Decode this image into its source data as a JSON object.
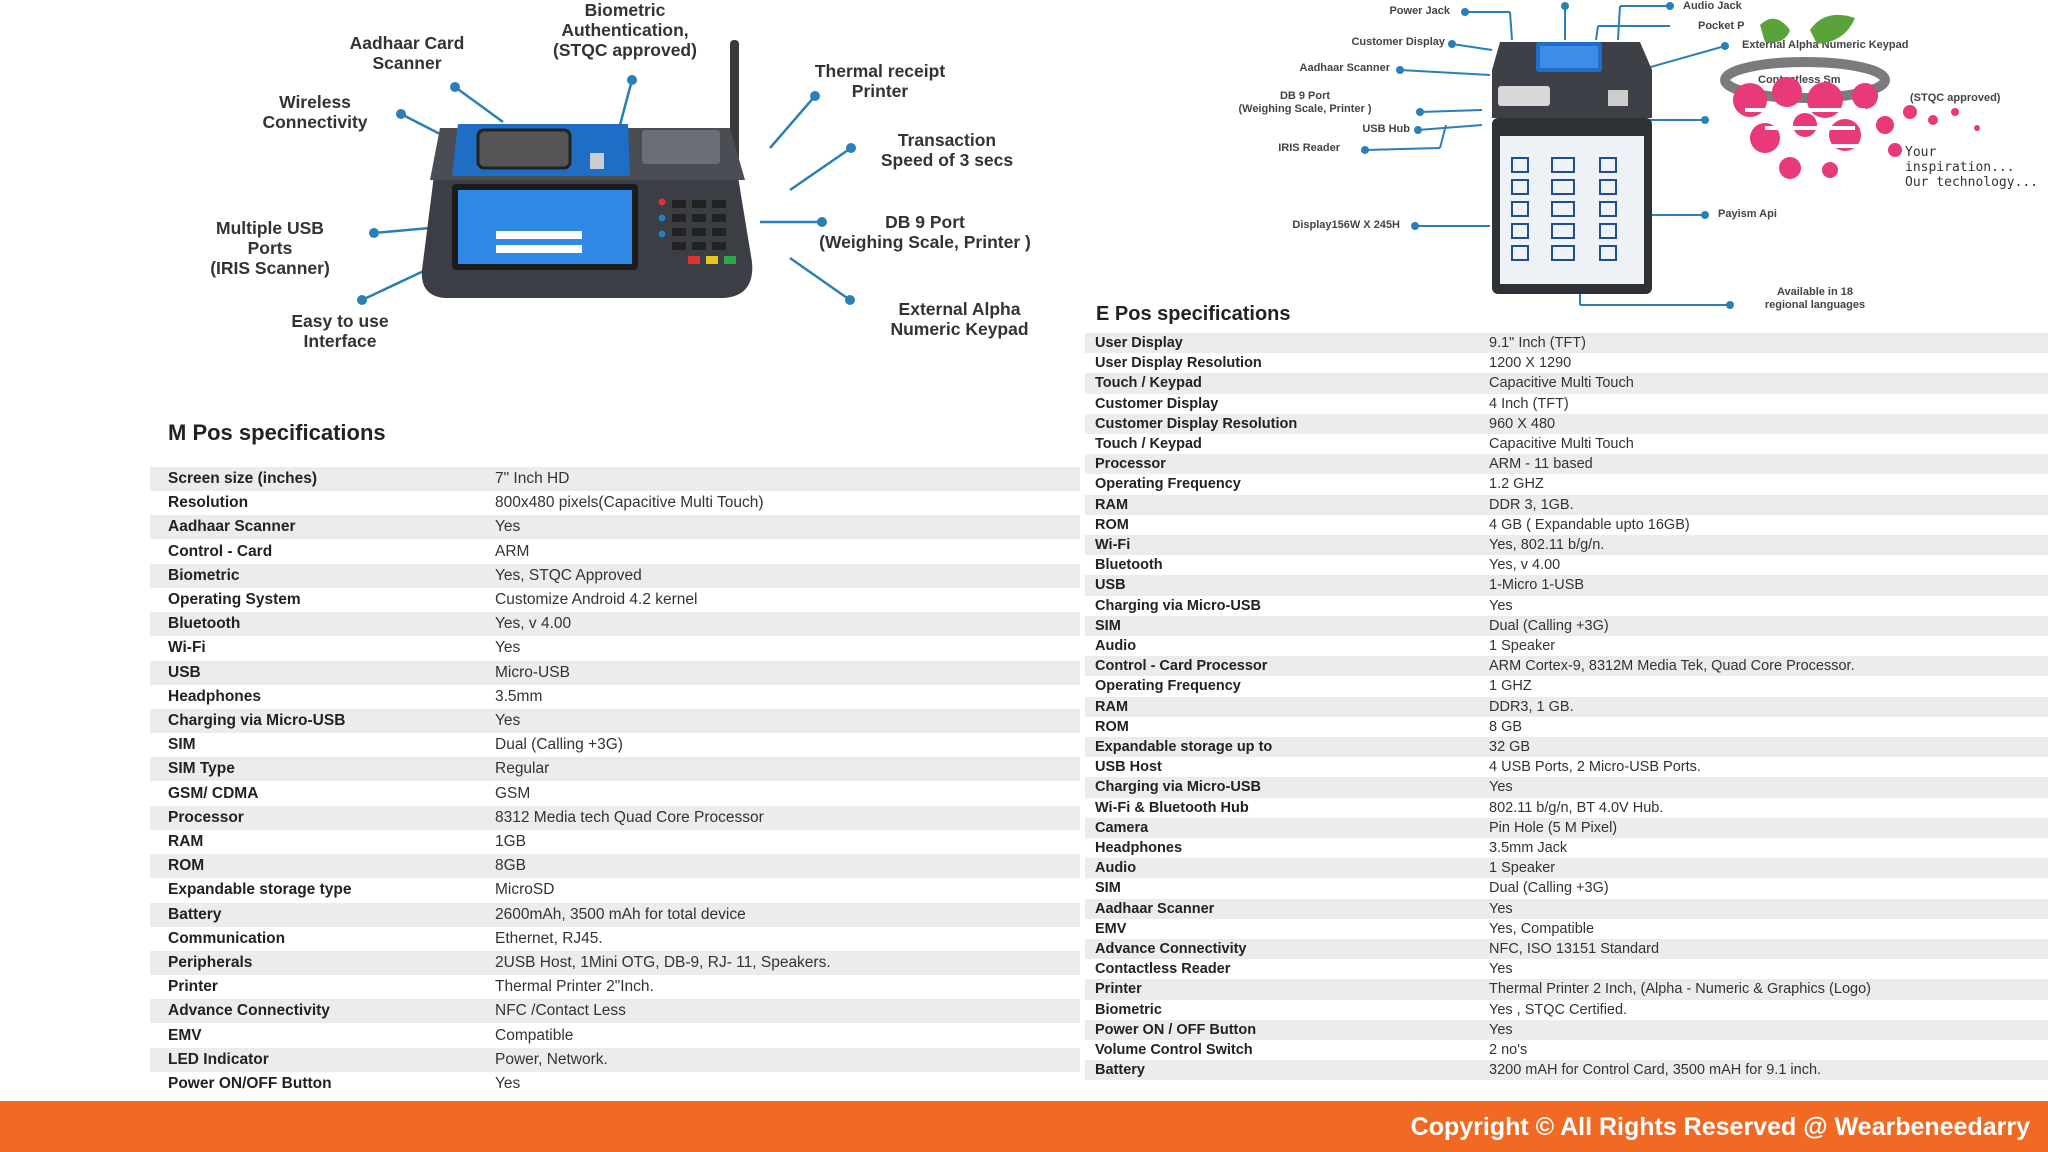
{
  "mpos_callouts": {
    "biometric": "Biometric\nAuthentication,\n(STQC approved)",
    "aadhaar": "Aadhaar Card\nScanner",
    "thermal": "Thermal receipt\nPrinter",
    "wireless": "Wireless\nConnectivity",
    "transaction": "Transaction\nSpeed of 3 secs",
    "usb": "Multiple USB\nPorts\n(IRIS Scanner)",
    "db9": "DB 9 Port\n(Weighing Scale, Printer )",
    "easy": "Easy to use\nInterface",
    "keypad": "External Alpha\nNumeric Keypad"
  },
  "epos_callouts": {
    "power_jack": "Power Jack",
    "audio_jack": "Audio Jack",
    "customer_display": "Customer Display",
    "pocket": "Pocket P",
    "keypad": "External Alpha Numeric Keypad",
    "aadhaar": "Aadhaar Scanner",
    "contactless": "Contactless Sm",
    "db9": "DB 9 Port\n(Weighing Scale, Printer )",
    "stqc": "(STQC approved)",
    "usb_hub": "USB Hub",
    "iris": "IRIS Reader",
    "display": "Display156W X 245H",
    "payism": "Payism Api",
    "languages": "Available in 18\nregional languages"
  },
  "logo": {
    "tagline": "Your inspiration...\nOur technology..."
  },
  "mpos": {
    "title": "M Pos specifications",
    "rows": [
      {
        "label": "Screen size (inches)",
        "value": "7\" Inch HD"
      },
      {
        "label": "Resolution",
        "value": "800x480 pixels(Capacitive Multi Touch)"
      },
      {
        "label": "Aadhaar Scanner",
        "value": "Yes"
      },
      {
        "label": "Control - Card",
        "value": "ARM"
      },
      {
        "label": "Biometric",
        "value": "Yes, STQC Approved"
      },
      {
        "label": "Operating System",
        "value": "Customize Android 4.2 kernel"
      },
      {
        "label": "Bluetooth",
        "value": "Yes, v 4.00"
      },
      {
        "label": "Wi-Fi",
        "value": "Yes"
      },
      {
        "label": "USB",
        "value": "Micro-USB"
      },
      {
        "label": "Headphones",
        "value": "3.5mm"
      },
      {
        "label": "Charging via Micro-USB",
        "value": "Yes"
      },
      {
        "label": "SIM",
        "value": "Dual (Calling +3G)"
      },
      {
        "label": "SIM Type",
        "value": "Regular"
      },
      {
        "label": "GSM/ CDMA",
        "value": "GSM"
      },
      {
        "label": "Processor",
        "value": "8312 Media tech Quad Core Processor"
      },
      {
        "label": "RAM",
        "value": "1GB"
      },
      {
        "label": "ROM",
        "value": "8GB"
      },
      {
        "label": "Expandable storage type",
        "value": "MicroSD"
      },
      {
        "label": "Battery",
        "value": "2600mAh, 3500 mAh for total device"
      },
      {
        "label": "Communication",
        "value": "Ethernet, RJ45."
      },
      {
        "label": "Peripherals",
        "value": "2USB Host, 1Mini OTG, DB-9, RJ- 11, Speakers."
      },
      {
        "label": "Printer",
        "value": "Thermal Printer 2\"Inch."
      },
      {
        "label": "Advance Connectivity",
        "value": "NFC /Contact Less"
      },
      {
        "label": "EMV",
        "value": "Compatible"
      },
      {
        "label": "LED Indicator",
        "value": "Power, Network."
      },
      {
        "label": "Power ON/OFF Button",
        "value": "Yes"
      }
    ]
  },
  "epos": {
    "title": "E Pos specifications",
    "rows": [
      {
        "label": "User Display",
        "value": "9.1\" Inch (TFT)"
      },
      {
        "label": "User Display Resolution",
        "value": "1200 X 1290"
      },
      {
        "label": "Touch / Keypad",
        "value": "Capacitive Multi Touch"
      },
      {
        "label": "Customer  Display",
        "value": "4 Inch (TFT)"
      },
      {
        "label": "Customer Display Resolution",
        "value": "960 X 480"
      },
      {
        "label": "Touch / Keypad",
        "value": "Capacitive Multi Touch"
      },
      {
        "label": "Processor",
        "value": "ARM - 11 based"
      },
      {
        "label": "Operating Frequency",
        "value": "1.2 GHZ"
      },
      {
        "label": "RAM",
        "value": "DDR 3, 1GB."
      },
      {
        "label": "ROM",
        "value": "4 GB ( Expandable upto 16GB)"
      },
      {
        "label": "Wi-Fi",
        "value": "Yes, 802.11 b/g/n."
      },
      {
        "label": "Bluetooth",
        "value": "Yes, v 4.00"
      },
      {
        "label": "USB",
        "value": "1-Micro 1-USB"
      },
      {
        "label": "Charging via Micro-USB",
        "value": "Yes"
      },
      {
        "label": "SIM",
        "value": "Dual (Calling +3G)"
      },
      {
        "label": "Audio",
        "value": "1 Speaker"
      },
      {
        "label": "Control - Card Processor",
        "value": "ARM Cortex-9, 8312M Media Tek, Quad Core Processor."
      },
      {
        "label": "Operating Frequency",
        "value": "1 GHZ"
      },
      {
        "label": "RAM",
        "value": "DDR3, 1 GB."
      },
      {
        "label": "ROM",
        "value": "8 GB"
      },
      {
        "label": "Expandable storage up to",
        "value": "32 GB"
      },
      {
        "label": "USB Host",
        "value": "4 USB Ports, 2 Micro-USB Ports."
      },
      {
        "label": "Charging via Micro-USB",
        "value": "Yes"
      },
      {
        "label": "Wi-Fi & Bluetooth Hub",
        "value": "802.11 b/g/n, BT 4.0V Hub."
      },
      {
        "label": "Camera",
        "value": "Pin Hole (5 M Pixel)"
      },
      {
        "label": "Headphones",
        "value": "3.5mm Jack"
      },
      {
        "label": "Audio",
        "value": "1 Speaker"
      },
      {
        "label": "SIM",
        "value": "Dual (Calling +3G)"
      },
      {
        "label": "Aadhaar Scanner",
        "value": "Yes"
      },
      {
        "label": "EMV",
        "value": "Yes, Compatible"
      },
      {
        "label": "Advance Connectivity",
        "value": "NFC, ISO 13151 Standard"
      },
      {
        "label": "Contactless Reader",
        "value": "Yes"
      },
      {
        "label": "Printer",
        "value": "Thermal Printer 2 Inch, (Alpha - Numeric & Graphics (Logo)"
      },
      {
        "label": "Biometric",
        "value": "Yes , STQC Certified."
      },
      {
        "label": "Power ON / OFF Button",
        "value": "Yes"
      },
      {
        "label": "Volume Control Switch",
        "value": "2 no's"
      },
      {
        "label": "Battery",
        "value": "3200 mAH for Control Card, 3500 mAH for 9.1 inch."
      }
    ]
  },
  "footer": {
    "copyright": "Copyright © All Rights Reserved @ Wearbeneedarry"
  }
}
